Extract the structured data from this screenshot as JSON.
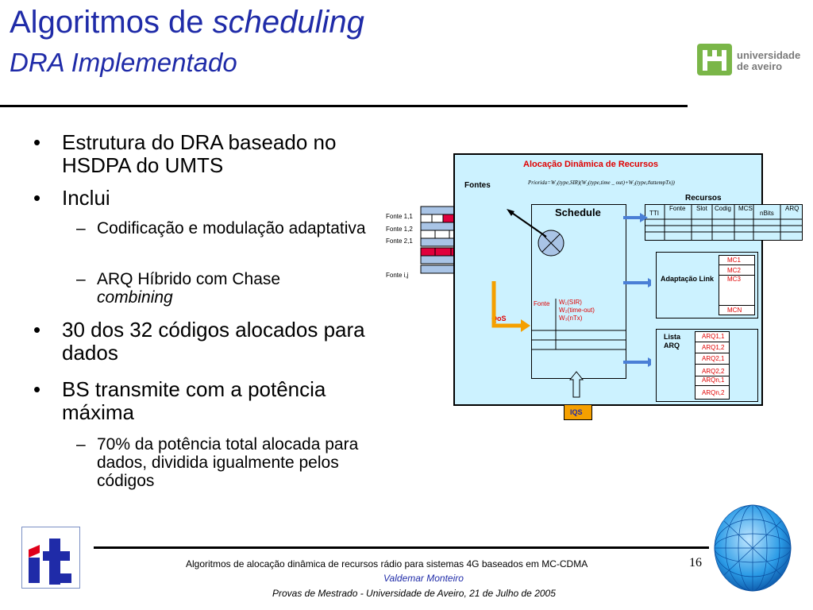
{
  "slide": {
    "title_line1_normal": "Algoritmos de ",
    "title_line1_italic": "scheduling",
    "title_line2": "DRA Implementado",
    "page_number": "16"
  },
  "content": {
    "b1": "Estrutura do DRA baseado no HSDPA do UMTS",
    "b2": "Inclui",
    "s1": "Codificação e modulação adaptativa",
    "s2_text": "ARQ Híbrido com Chase",
    "s2_italic": "combining",
    "b3": "30 dos 32 códigos alocados para dados",
    "b4": "BS transmite com a potência máxima",
    "s3": "70% da potência total alocada para dados, dividida igualmente pelos códigos",
    "bullet_mark": "•",
    "dash_mark": "–"
  },
  "footer": {
    "line1": "Algoritmos de alocação dinâmica de recursos rádio para sistemas 4G baseados em MC-CDMA",
    "line2": "Valdemar Monteiro",
    "line3": "Provas de Mestrado - Universidade de Aveiro, 21 de Julho de 2005"
  },
  "logo": {
    "line1": "universidade",
    "line2": "de aveiro",
    "it": "it"
  },
  "diagram": {
    "title": "Alocação Dinâmica de Recursos",
    "fontes": "Fontes",
    "formula": "Priorida=W₁(type,SIR)(W₂(type,time _ out)+W₃(type,#attempTx))",
    "recursos": "Recursos",
    "schedule": "Schedule",
    "qos": "QoS",
    "iqs": "IQS",
    "fonte_labels": [
      "Fonte 1,1",
      "Fonte 1,2",
      "Fonte 2,1",
      "Fonte i,j"
    ],
    "res_headers": [
      "TTI",
      "Fonte",
      "Slot",
      "Codig",
      "MCS",
      "nBits",
      "ARQ"
    ],
    "sched_col": "Fonte",
    "weights": [
      "W₁(SIR)",
      "W₂(time-out)",
      "W₃(nTx)"
    ],
    "adapt": "Adaptação Link",
    "mc": [
      "MC1",
      "MC2",
      "MC3",
      "MCN"
    ],
    "lista": "Lista ARQ",
    "arq": [
      "ARQ1,1",
      "ARQ1,2",
      "ARQ2,1",
      "ARQ2,2",
      "ARQn,1",
      "ARQn,2"
    ]
  },
  "colors": {
    "title_blue": "#1f2ba8",
    "footer_blue": "#1f2ba8",
    "diagram_bg": "#ccf2ff",
    "red_text": "#e00000",
    "queue_red": "#e0003c",
    "ua_green": "#7ab648"
  }
}
